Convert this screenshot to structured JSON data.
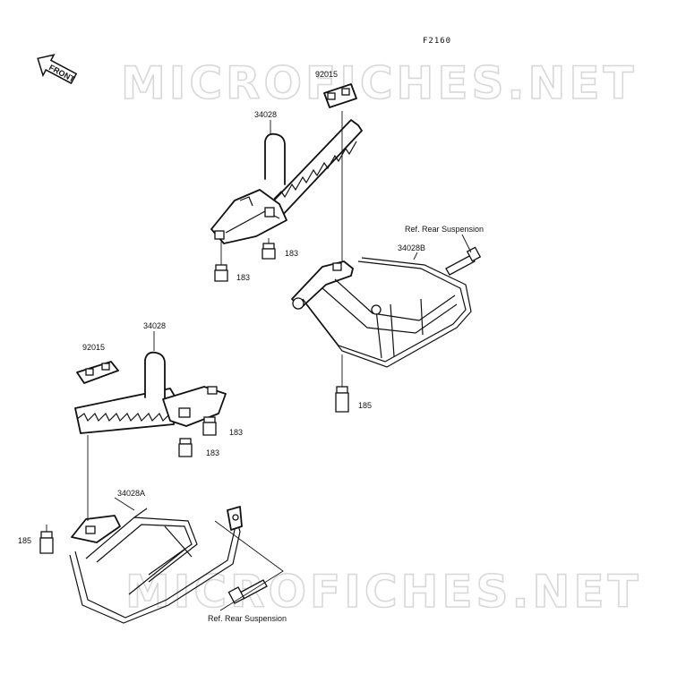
{
  "figure_code": "F2160",
  "front_label": "FRONT",
  "watermarks": [
    "MICROFICHES.NET",
    "MICROFICHES.NET"
  ],
  "callouts": {
    "top_clip": "92015",
    "top_step": "34028",
    "top_bolt_a": "183",
    "top_bolt_b": "183",
    "right_ref": "Ref. Rear Suspension",
    "right_frame": "34028B",
    "right_bolt": "185",
    "left_step": "34028",
    "left_clip": "92015",
    "left_bolt_a": "183",
    "left_bolt_b": "183",
    "left_frame": "34028A",
    "left_bolt": "185",
    "left_ref": "Ref. Rear Suspension"
  }
}
